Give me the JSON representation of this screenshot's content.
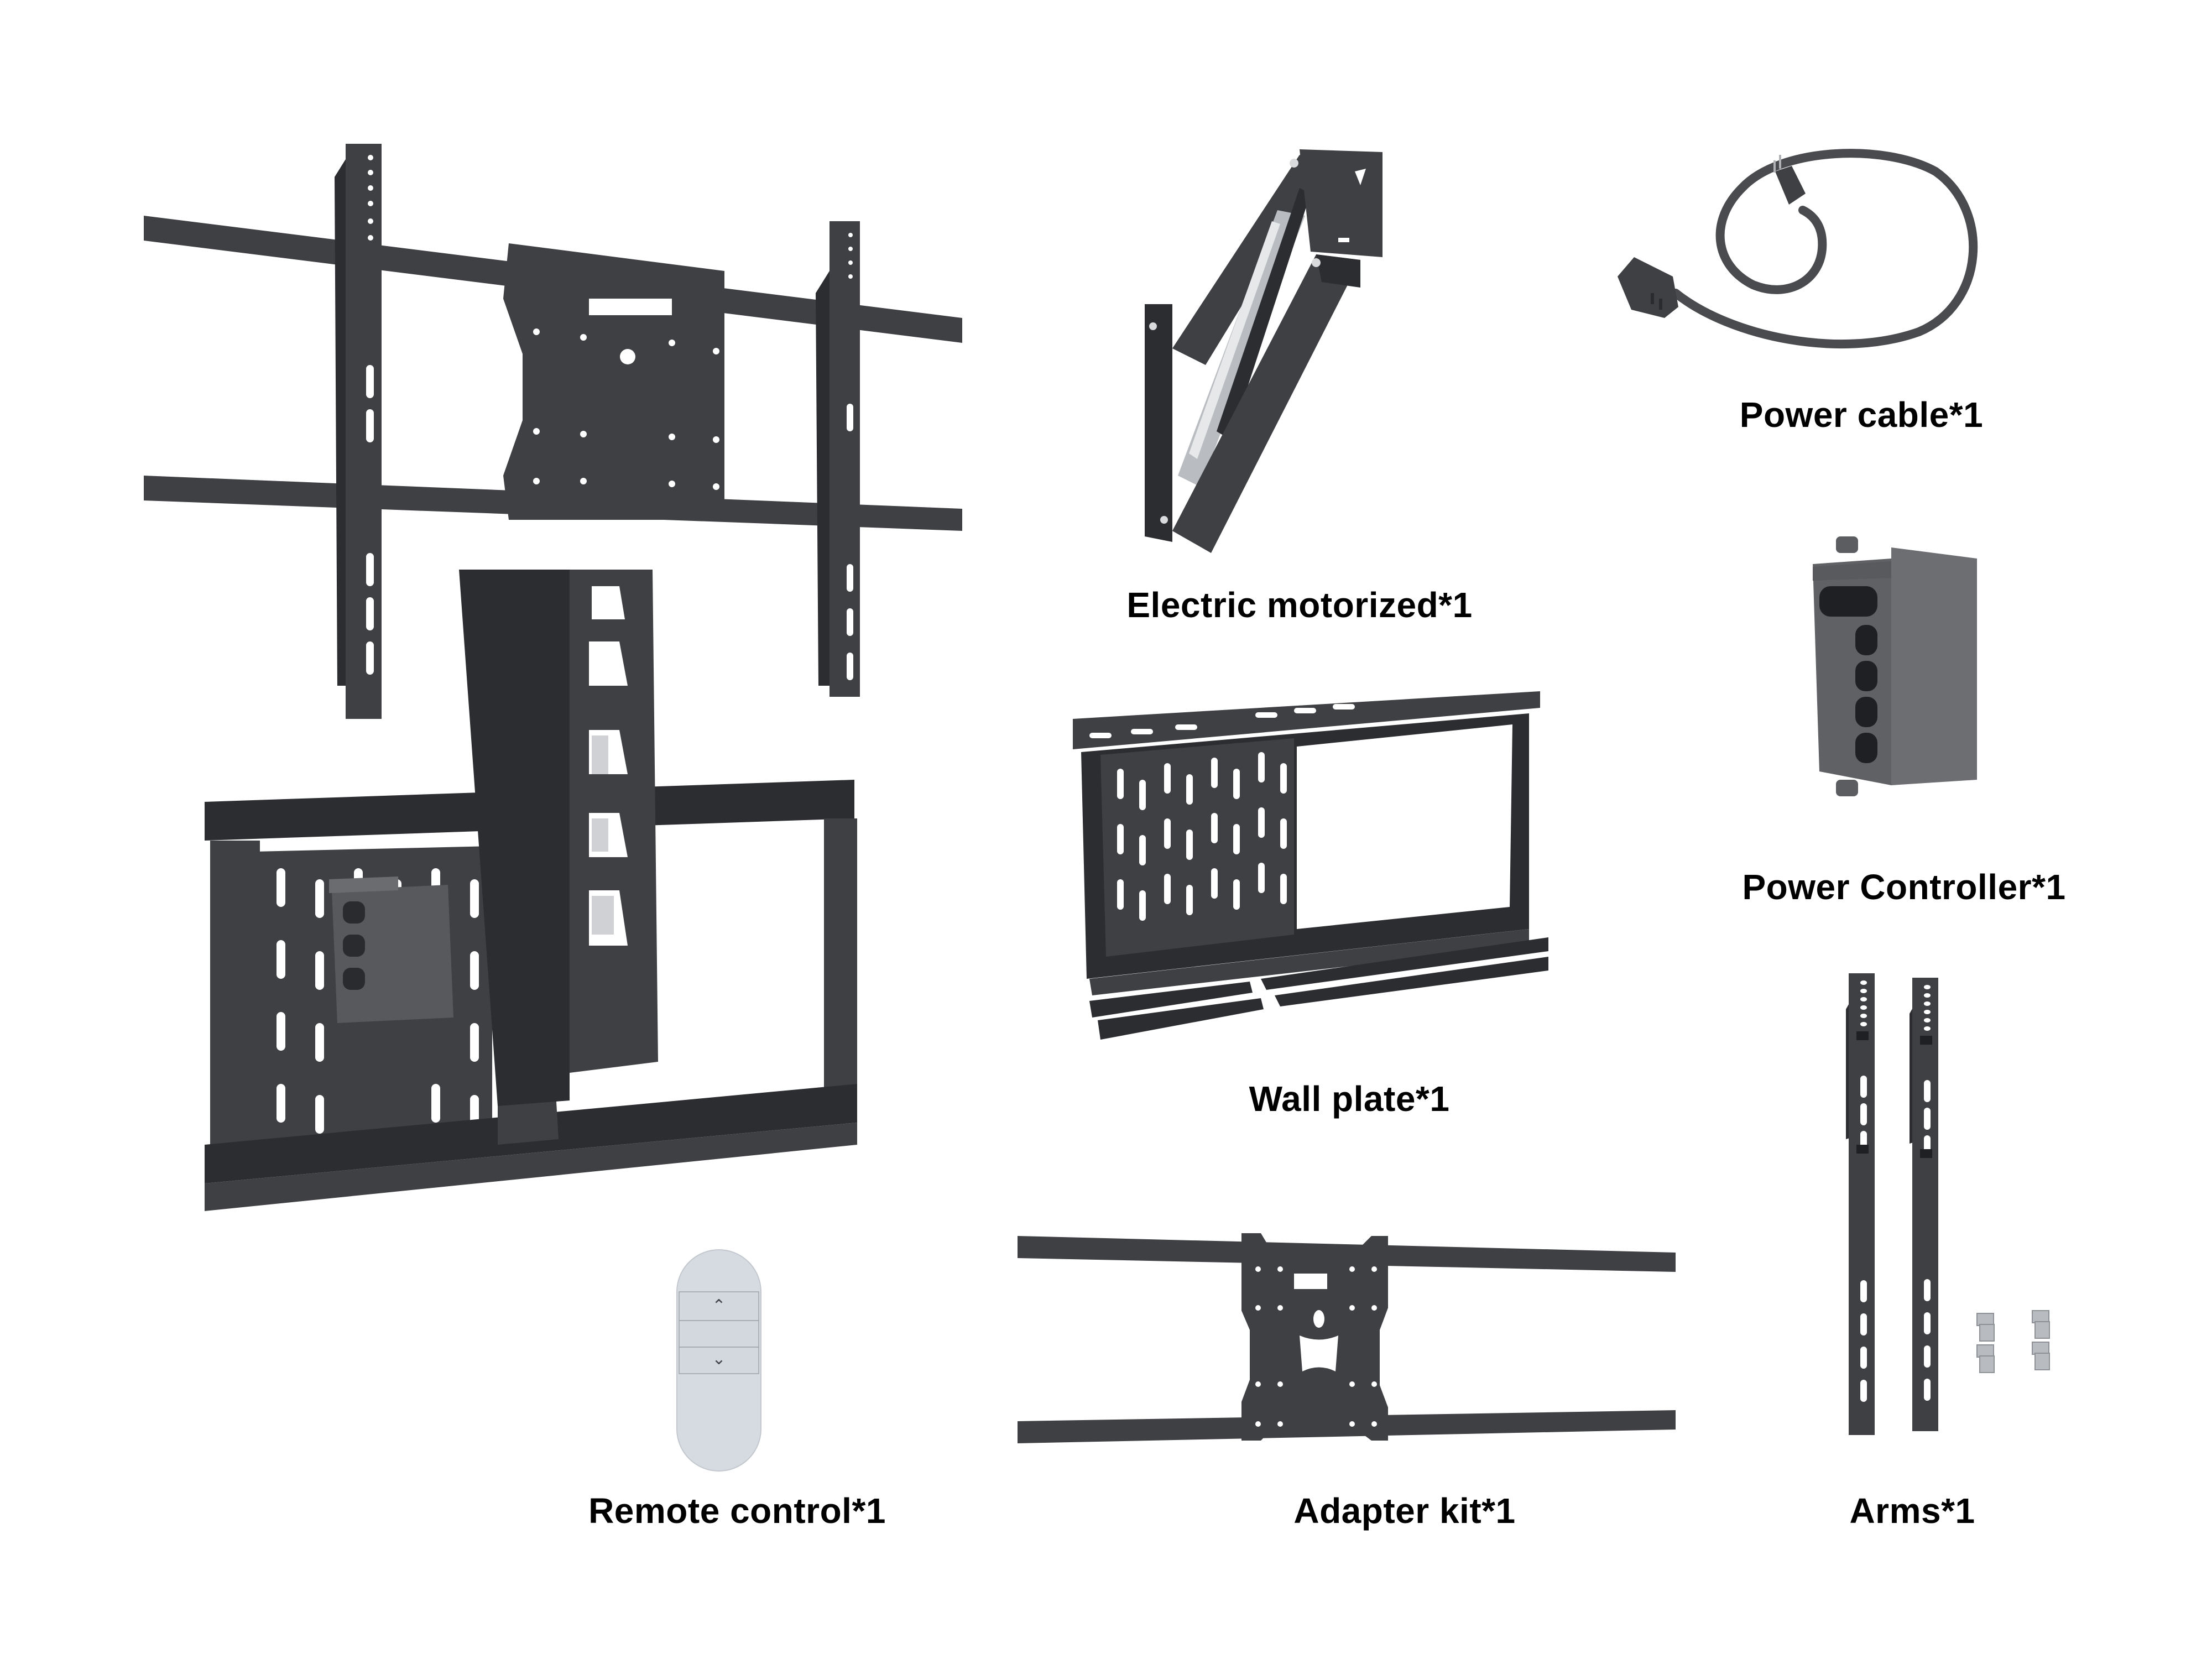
{
  "page": {
    "title": "Package contents",
    "background": "#ffffff",
    "label_color": "#000000",
    "metal_color": "#3f4043",
    "remote_color": "#d6dbe2"
  },
  "items": [
    {
      "id": "main-assembly",
      "label": "",
      "icon": "motorized-tv-mount-assembly-icon"
    },
    {
      "id": "electric-motorized",
      "label": "Electric motorized*1",
      "icon": "motorized-arm-icon"
    },
    {
      "id": "power-cable",
      "label": "Power cable*1",
      "icon": "power-cable-icon"
    },
    {
      "id": "power-controller",
      "label": "Power Controller*1",
      "icon": "power-controller-box-icon"
    },
    {
      "id": "wall-plate",
      "label": "Wall plate*1",
      "icon": "wall-plate-icon"
    },
    {
      "id": "remote-control",
      "label": "Remote control*1",
      "icon": "remote-control-icon",
      "buttons": [
        {
          "name": "up",
          "glyph": "⌃"
        },
        {
          "name": "down",
          "glyph": "⌄"
        }
      ]
    },
    {
      "id": "adapter-kit",
      "label": "Adapter kit*1",
      "icon": "adapter-kit-icon"
    },
    {
      "id": "arms",
      "label": "Arms*1",
      "icon": "mounting-arms-icon"
    }
  ]
}
